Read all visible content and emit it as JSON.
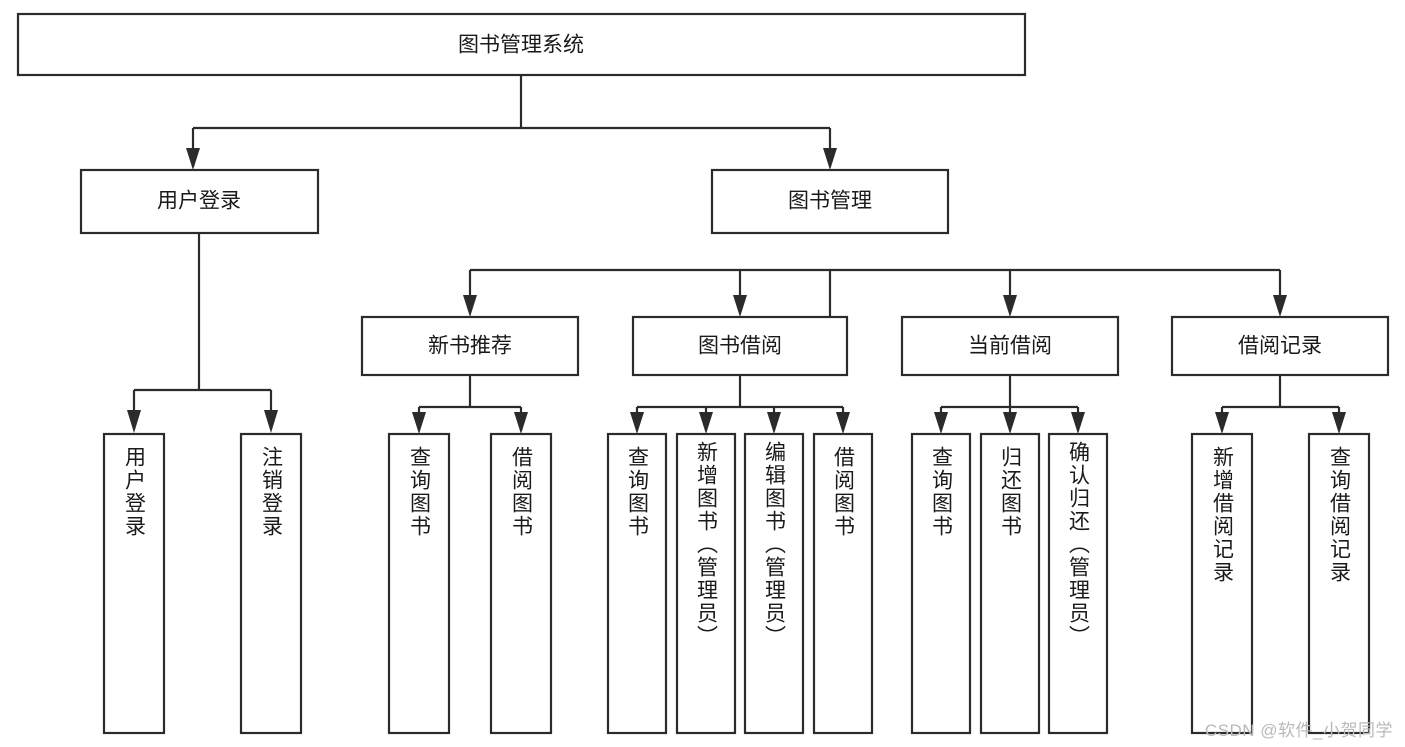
{
  "diagram": {
    "type": "tree-hierarchy",
    "title": "图书管理系统",
    "root": {
      "label": "图书管理系统",
      "level": 1
    },
    "level2": [
      {
        "label": "用户登录"
      },
      {
        "label": "图书管理"
      }
    ],
    "level3": [
      {
        "label": "新书推荐",
        "parent": "图书管理"
      },
      {
        "label": "图书借阅",
        "parent": "图书管理"
      },
      {
        "label": "当前借阅",
        "parent": "图书管理"
      },
      {
        "label": "借阅记录",
        "parent": "图书管理"
      }
    ],
    "leaves": {
      "用户登录": [
        {
          "label": "用户登录"
        },
        {
          "label": "注销登录"
        }
      ],
      "新书推荐": [
        {
          "label": "查询图书"
        },
        {
          "label": "借阅图书"
        }
      ],
      "图书借阅": [
        {
          "label": "查询图书"
        },
        {
          "label": "新增图书（管理员）"
        },
        {
          "label": "编辑图书（管理员）"
        },
        {
          "label": "借阅图书"
        }
      ],
      "当前借阅": [
        {
          "label": "查询图书"
        },
        {
          "label": "归还图书"
        },
        {
          "label": "确认归还（管理员）"
        }
      ],
      "借阅记录": [
        {
          "label": "新增借阅记录"
        },
        {
          "label": "查询借阅记录"
        }
      ]
    }
  },
  "watermark": {
    "text": "CSDN @软件_小贺同学"
  },
  "colors": {
    "stroke": "#2b2b2b",
    "box_fill": "#ffffff",
    "text": "#1a1a1a",
    "watermark": "#b9b9b9",
    "background": "#ffffff"
  }
}
